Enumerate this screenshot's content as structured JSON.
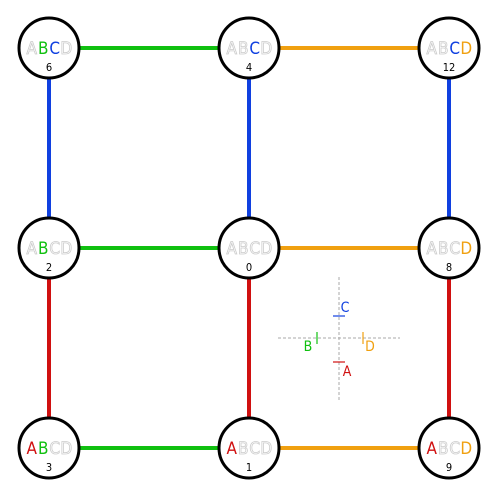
{
  "colors": {
    "A": "#d01010",
    "B": "#10c010",
    "C": "#1040e0",
    "D": "#f0a010",
    "inactive": "#cccccc",
    "node_stroke": "#000000",
    "axis": "#aaaaaa"
  },
  "legend": {
    "C": "C",
    "B": "B",
    "D": "D",
    "A": "A"
  },
  "nodes": [
    {
      "id": "n6",
      "number": "6",
      "letters": [
        "A",
        "B",
        "C",
        "D"
      ],
      "active": [
        false,
        true,
        true,
        false
      ]
    },
    {
      "id": "n4",
      "number": "4",
      "letters": [
        "A",
        "B",
        "C",
        "D"
      ],
      "active": [
        false,
        false,
        true,
        false
      ]
    },
    {
      "id": "n12",
      "number": "12",
      "letters": [
        "A",
        "B",
        "C",
        "D"
      ],
      "active": [
        false,
        false,
        true,
        true
      ]
    },
    {
      "id": "n2",
      "number": "2",
      "letters": [
        "A",
        "B",
        "C",
        "D"
      ],
      "active": [
        false,
        true,
        false,
        false
      ]
    },
    {
      "id": "n0",
      "number": "0",
      "letters": [
        "A",
        "B",
        "C",
        "D"
      ],
      "active": [
        false,
        false,
        false,
        false
      ]
    },
    {
      "id": "n8",
      "number": "8",
      "letters": [
        "A",
        "B",
        "C",
        "D"
      ],
      "active": [
        false,
        false,
        false,
        true
      ]
    },
    {
      "id": "n3",
      "number": "3",
      "letters": [
        "A",
        "B",
        "C",
        "D"
      ],
      "active": [
        true,
        true,
        false,
        false
      ]
    },
    {
      "id": "n1",
      "number": "1",
      "letters": [
        "A",
        "B",
        "C",
        "D"
      ],
      "active": [
        true,
        false,
        false,
        false
      ]
    },
    {
      "id": "n9",
      "number": "9",
      "letters": [
        "A",
        "B",
        "C",
        "D"
      ],
      "active": [
        true,
        false,
        false,
        true
      ]
    }
  ],
  "edges": [
    {
      "from": "n6",
      "to": "n4",
      "color": "B"
    },
    {
      "from": "n4",
      "to": "n12",
      "color": "D"
    },
    {
      "from": "n2",
      "to": "n0",
      "color": "B"
    },
    {
      "from": "n0",
      "to": "n8",
      "color": "D"
    },
    {
      "from": "n3",
      "to": "n1",
      "color": "B"
    },
    {
      "from": "n1",
      "to": "n9",
      "color": "D"
    },
    {
      "from": "n6",
      "to": "n2",
      "color": "C"
    },
    {
      "from": "n4",
      "to": "n0",
      "color": "C"
    },
    {
      "from": "n12",
      "to": "n8",
      "color": "C"
    },
    {
      "from": "n2",
      "to": "n3",
      "color": "A"
    },
    {
      "from": "n0",
      "to": "n1",
      "color": "A"
    },
    {
      "from": "n8",
      "to": "n9",
      "color": "A"
    }
  ]
}
